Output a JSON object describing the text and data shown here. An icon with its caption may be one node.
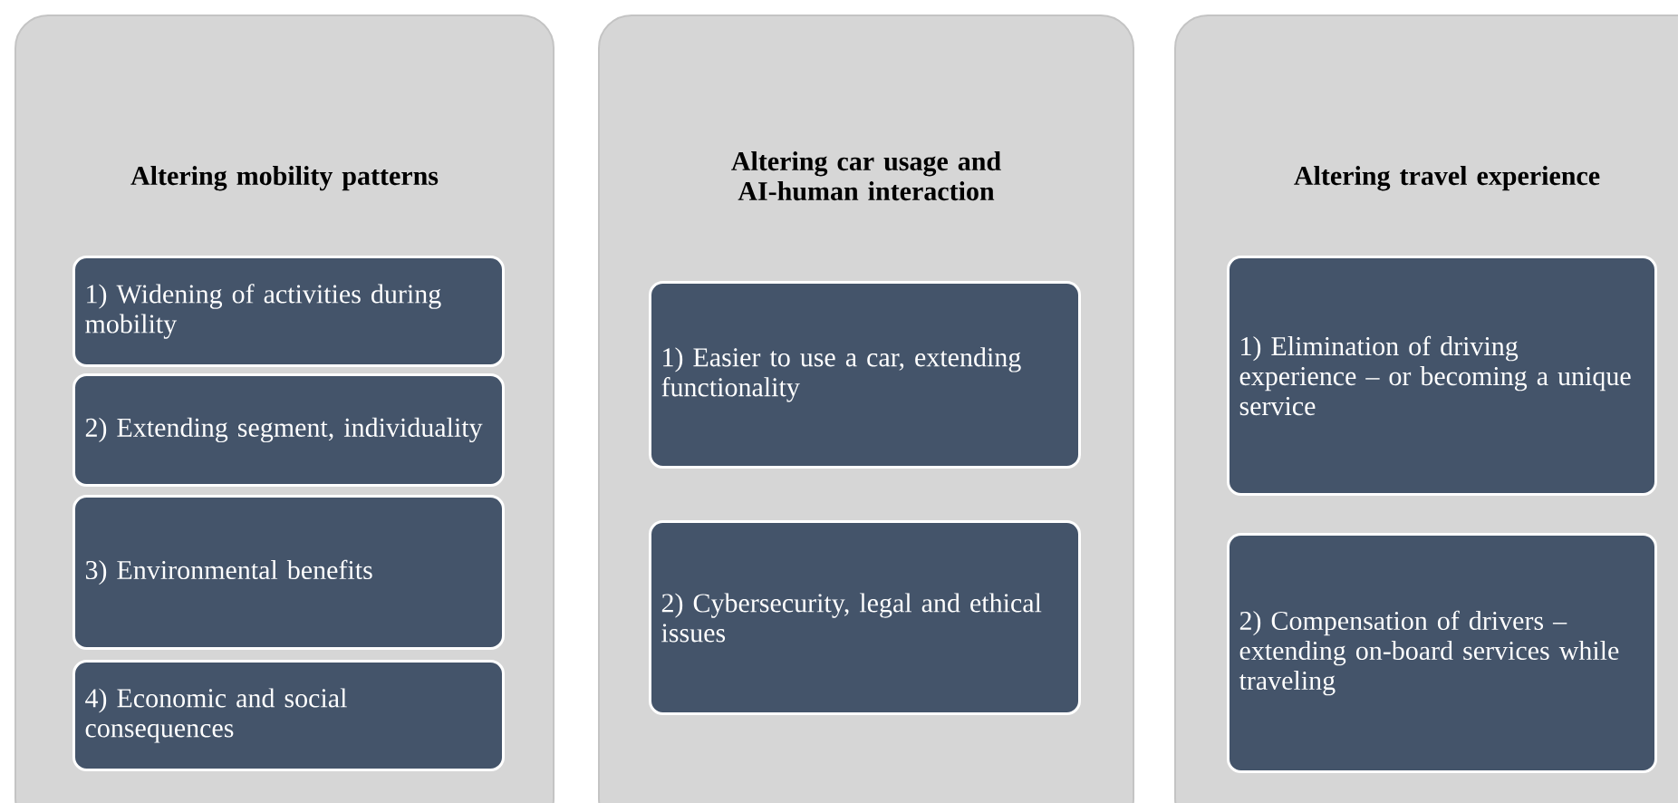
{
  "diagram": {
    "nodes": [
      {
        "text": [
          "Altering mobility patterns"
        ]
      },
      {
        "text": [
          "1) Widening of activities during mobility"
        ],
        "in": 0
      },
      {
        "text": [
          "2) Extending segment, individuality"
        ],
        "in": 0
      },
      {
        "text": [
          "3) Environmental benefits"
        ],
        "in": 0
      },
      {
        "text": [
          "4) Economic and social consequences"
        ],
        "in": 0
      },
      {
        "text": [
          "Altering car usage and AI-human interaction"
        ]
      },
      {
        "text": [
          "1) Easier to use a car, extending functionality"
        ],
        "in": 5
      },
      {
        "text": [
          "2) Cybersecurity, legal and ethical issues"
        ],
        "in": 5
      },
      {
        "text": [
          "Altering travel experience"
        ]
      },
      {
        "text": [
          "1) Elimination of driving experience – or becoming a unique service"
        ],
        "in": 8
      },
      {
        "text": [
          "2) Compensation of drivers – extending on-board services while traveling"
        ],
        "in": 8
      }
    ]
  }
}
